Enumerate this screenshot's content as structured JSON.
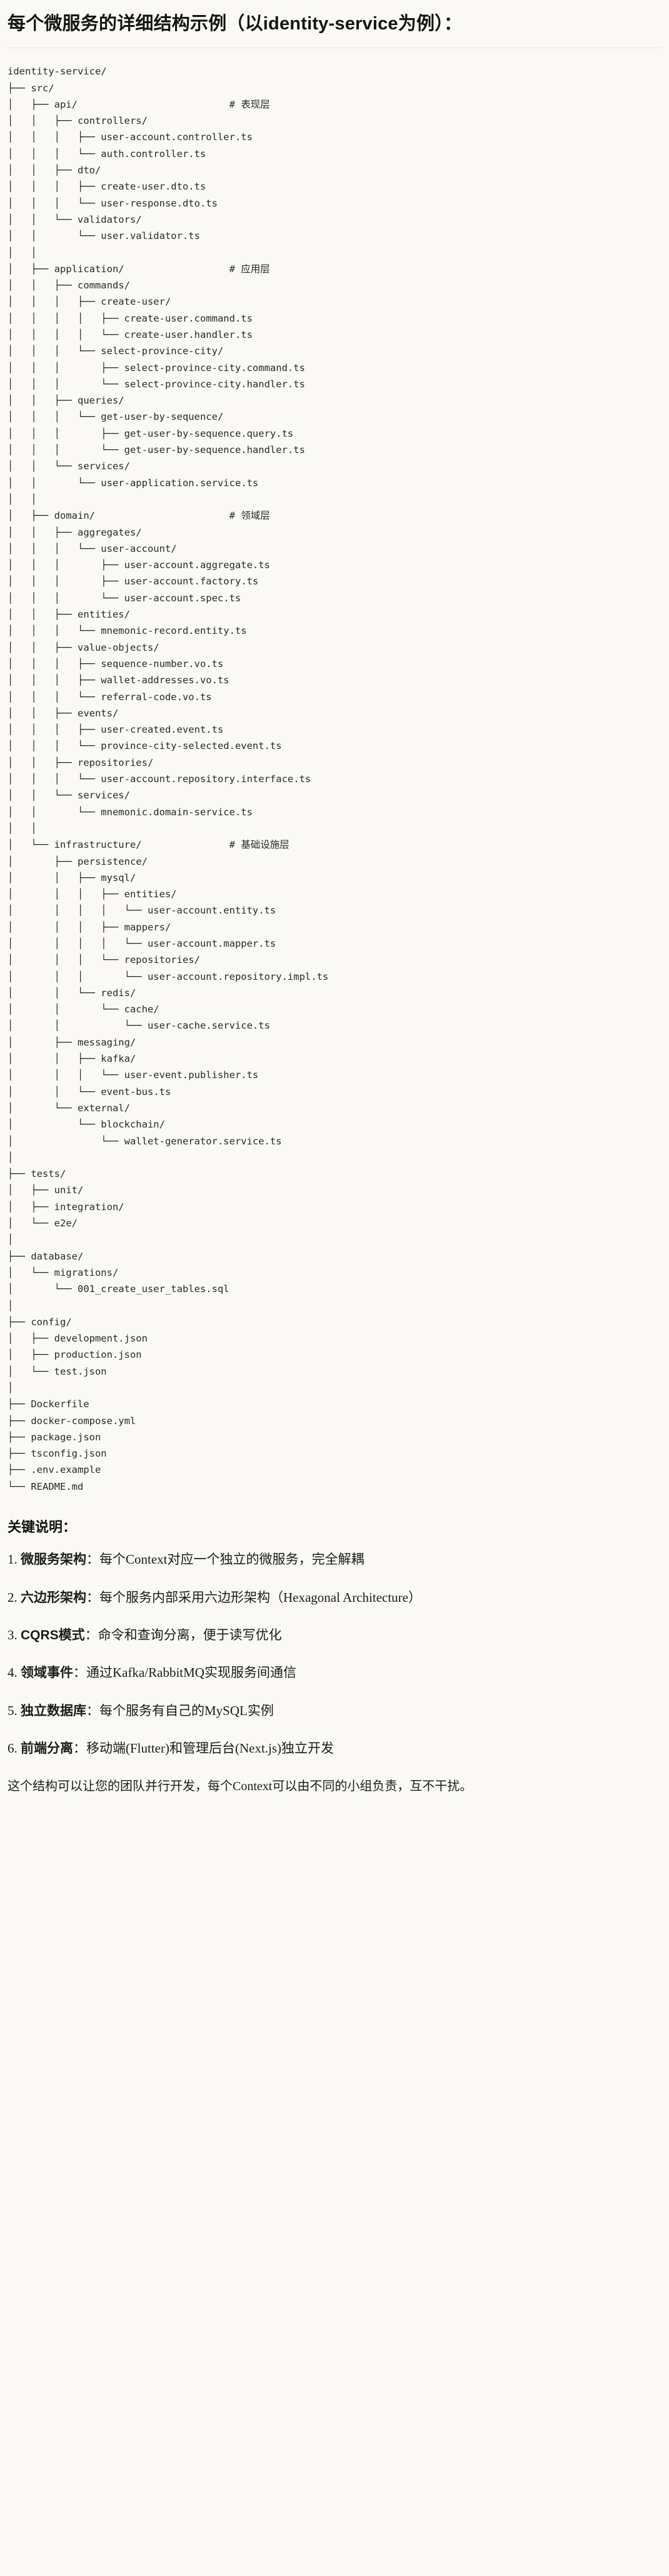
{
  "document": {
    "title": "每个微服务的详细结构示例（以identity-service为例）：",
    "background_color": "#faf9f5",
    "text_color": "#1b1b19",
    "divider_color": "#e6e3da"
  },
  "tree": {
    "root": "identity-service/",
    "text": "identity-service/\n├── src/\n│   ├── api/                          # 表现层\n│   │   ├── controllers/\n│   │   │   ├── user-account.controller.ts\n│   │   │   └── auth.controller.ts\n│   │   ├── dto/\n│   │   │   ├── create-user.dto.ts\n│   │   │   └── user-response.dto.ts\n│   │   └── validators/\n│   │       └── user.validator.ts\n│   │\n│   ├── application/                  # 应用层\n│   │   ├── commands/\n│   │   │   ├── create-user/\n│   │   │   │   ├── create-user.command.ts\n│   │   │   │   └── create-user.handler.ts\n│   │   │   └── select-province-city/\n│   │   │       ├── select-province-city.command.ts\n│   │   │       └── select-province-city.handler.ts\n│   │   ├── queries/\n│   │   │   └── get-user-by-sequence/\n│   │   │       ├── get-user-by-sequence.query.ts\n│   │   │       └── get-user-by-sequence.handler.ts\n│   │   └── services/\n│   │       └── user-application.service.ts\n│   │\n│   ├── domain/                       # 领域层\n│   │   ├── aggregates/\n│   │   │   └── user-account/\n│   │   │       ├── user-account.aggregate.ts\n│   │   │       ├── user-account.factory.ts\n│   │   │       └── user-account.spec.ts\n│   │   ├── entities/\n│   │   │   └── mnemonic-record.entity.ts\n│   │   ├── value-objects/\n│   │   │   ├── sequence-number.vo.ts\n│   │   │   ├── wallet-addresses.vo.ts\n│   │   │   └── referral-code.vo.ts\n│   │   ├── events/\n│   │   │   ├── user-created.event.ts\n│   │   │   └── province-city-selected.event.ts\n│   │   ├── repositories/\n│   │   │   └── user-account.repository.interface.ts\n│   │   └── services/\n│   │       └── mnemonic.domain-service.ts\n│   │\n│   └── infrastructure/               # 基础设施层\n│       ├── persistence/\n│       │   ├── mysql/\n│       │   │   ├── entities/\n│       │   │   │   └── user-account.entity.ts\n│       │   │   ├── mappers/\n│       │   │   │   └── user-account.mapper.ts\n│       │   │   └── repositories/\n│       │   │       └── user-account.repository.impl.ts\n│       │   └── redis/\n│       │       └── cache/\n│       │           └── user-cache.service.ts\n│       ├── messaging/\n│       │   ├── kafka/\n│       │   │   └── user-event.publisher.ts\n│       │   └── event-bus.ts\n│       └── external/\n│           └── blockchain/\n│               └── wallet-generator.service.ts\n│\n├── tests/\n│   ├── unit/\n│   ├── integration/\n│   └── e2e/\n│\n├── database/\n│   └── migrations/\n│       └── 001_create_user_tables.sql\n│\n├── config/\n│   ├── development.json\n│   ├── production.json\n│   └── test.json\n│\n├── Dockerfile\n├── docker-compose.yml\n├── package.json\n├── tsconfig.json\n├── .env.example\n└── README.md",
    "layer_comments": [
      {
        "path": "src/api/",
        "comment": "# 表现层"
      },
      {
        "path": "src/application/",
        "comment": "# 应用层"
      },
      {
        "path": "src/domain/",
        "comment": "# 领域层"
      },
      {
        "path": "src/infrastructure/",
        "comment": "# 基础设施层"
      }
    ]
  },
  "keypoints_section": {
    "heading": "关键说明：",
    "items": [
      {
        "num": "1.",
        "term": "微服务架构",
        "sep": "：",
        "desc": "每个Context对应一个独立的微服务，完全解耦"
      },
      {
        "num": "2.",
        "term": "六边形架构",
        "sep": "：",
        "desc": "每个服务内部采用六边形架构（Hexagonal Architecture）"
      },
      {
        "num": "3.",
        "term": "CQRS模式",
        "sep": "：",
        "desc": "命令和查询分离，便于读写优化"
      },
      {
        "num": "4.",
        "term": "领域事件",
        "sep": "：",
        "desc": "通过Kafka/RabbitMQ实现服务间通信"
      },
      {
        "num": "5.",
        "term": "独立数据库",
        "sep": "：",
        "desc": "每个服务有自己的MySQL实例"
      },
      {
        "num": "6.",
        "term": "前端分离",
        "sep": "：",
        "desc": "移动端(Flutter)和管理后台(Next.js)独立开发"
      }
    ],
    "closing": "这个结构可以让您的团队并行开发，每个Context可以由不同的小组负责，互不干扰。"
  }
}
